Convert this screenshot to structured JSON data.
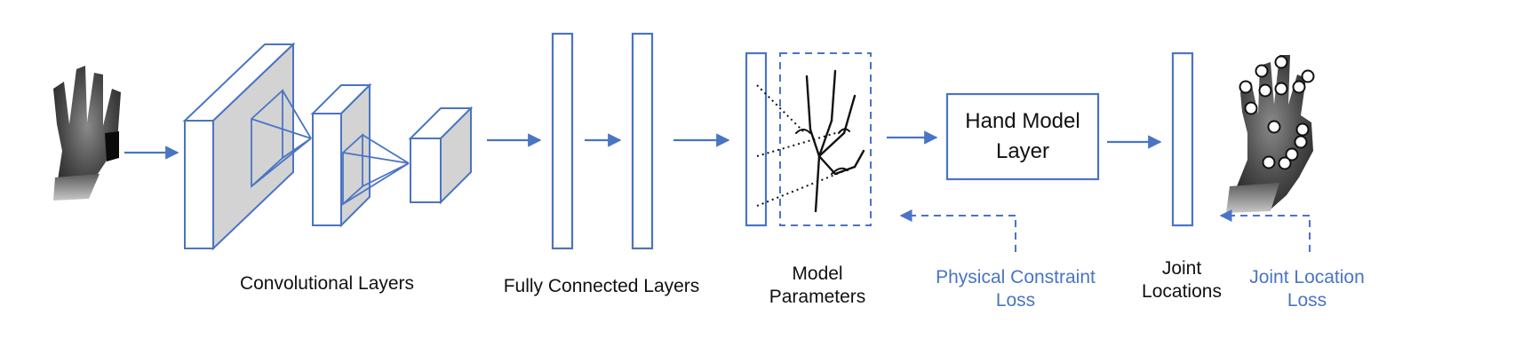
{
  "labels": {
    "conv": "Convolutional Layers",
    "fc": "Fully Connected Layers",
    "model_params_1": "Model",
    "model_params_2": "Parameters",
    "hand_model_1": "Hand Model",
    "hand_model_2": "Layer",
    "joint_locations_1": "Joint",
    "joint_locations_2": "Locations",
    "physical_loss_1": "Physical Constraint",
    "physical_loss_2": "Loss",
    "joint_loss_1": "Joint Location",
    "joint_loss_2": "Loss"
  },
  "colors": {
    "accent": "#4a74c4",
    "layer_fill": "#d3d3d3",
    "text": "#111111"
  }
}
